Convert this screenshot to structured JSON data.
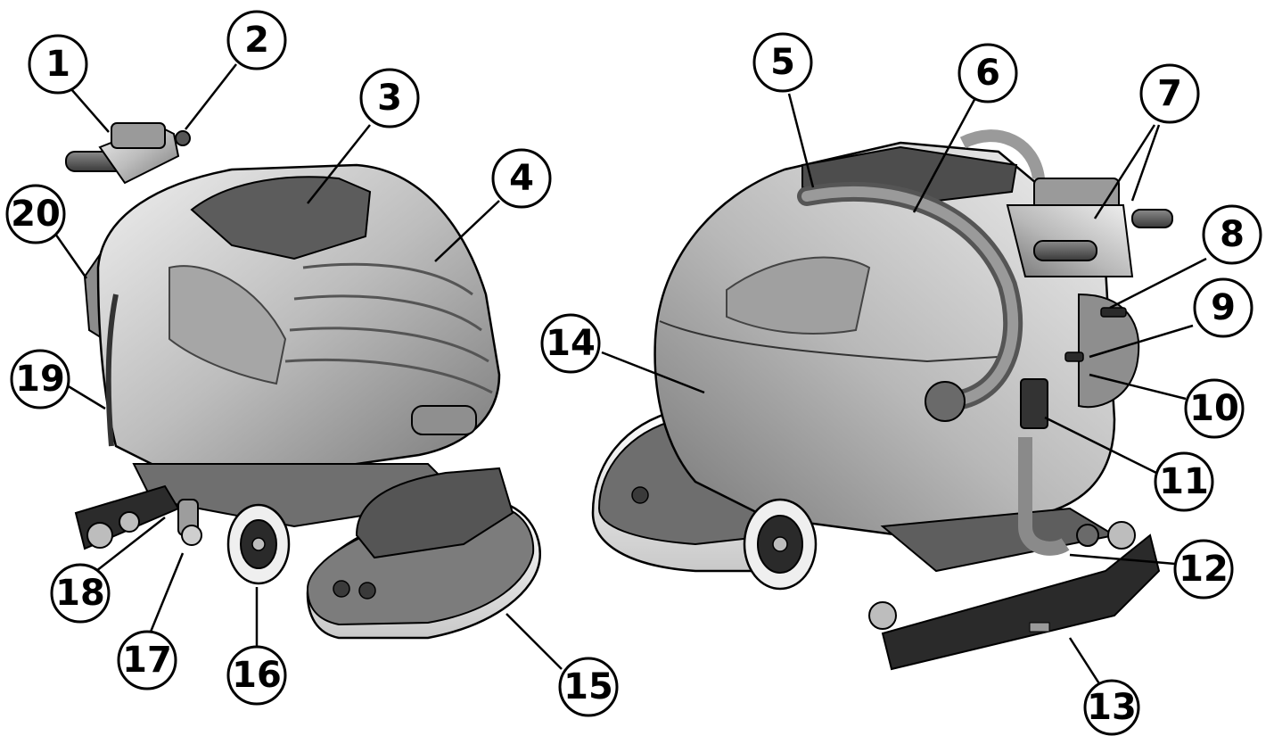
{
  "callouts": [
    {
      "id": "1",
      "label": "1"
    },
    {
      "id": "2",
      "label": "2"
    },
    {
      "id": "3",
      "label": "3"
    },
    {
      "id": "4",
      "label": "4"
    },
    {
      "id": "5",
      "label": "5"
    },
    {
      "id": "6",
      "label": "6"
    },
    {
      "id": "7",
      "label": "7"
    },
    {
      "id": "8",
      "label": "8"
    },
    {
      "id": "9",
      "label": "9"
    },
    {
      "id": "10",
      "label": "10"
    },
    {
      "id": "11",
      "label": "11"
    },
    {
      "id": "12",
      "label": "12"
    },
    {
      "id": "13",
      "label": "13"
    },
    {
      "id": "14",
      "label": "14"
    },
    {
      "id": "15",
      "label": "15"
    },
    {
      "id": "16",
      "label": "16"
    },
    {
      "id": "17",
      "label": "17"
    },
    {
      "id": "18",
      "label": "18"
    },
    {
      "id": "19",
      "label": "19"
    },
    {
      "id": "20",
      "label": "20"
    }
  ],
  "colors": {
    "body_light": "#d8d8d8",
    "body_mid": "#a9a9a9",
    "body_dark": "#6e6e6e",
    "rubber": "#2a2a2a",
    "outline": "#000000"
  }
}
